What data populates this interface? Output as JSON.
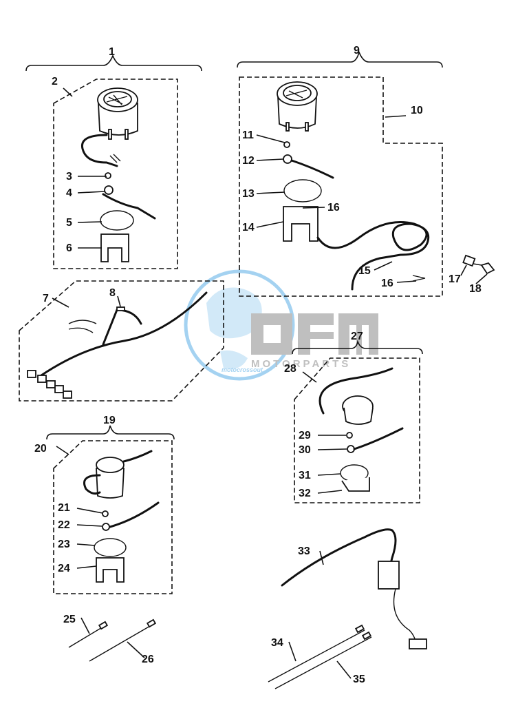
{
  "diagram": {
    "callouts": [
      "1",
      "2",
      "3",
      "4",
      "5",
      "6",
      "7",
      "8",
      "9",
      "10",
      "11",
      "12",
      "13",
      "14",
      "15",
      "16",
      "16",
      "17",
      "18",
      "19",
      "20",
      "21",
      "22",
      "23",
      "24",
      "25",
      "26",
      "27",
      "28",
      "29",
      "30",
      "31",
      "32",
      "33",
      "34",
      "35"
    ]
  },
  "watermark": {
    "brand": "OEM",
    "sub": "MOTORPARTS",
    "small": "motocrossout",
    "colors": {
      "globe": "#5aaee6",
      "letters": "#8c8c8c"
    }
  }
}
